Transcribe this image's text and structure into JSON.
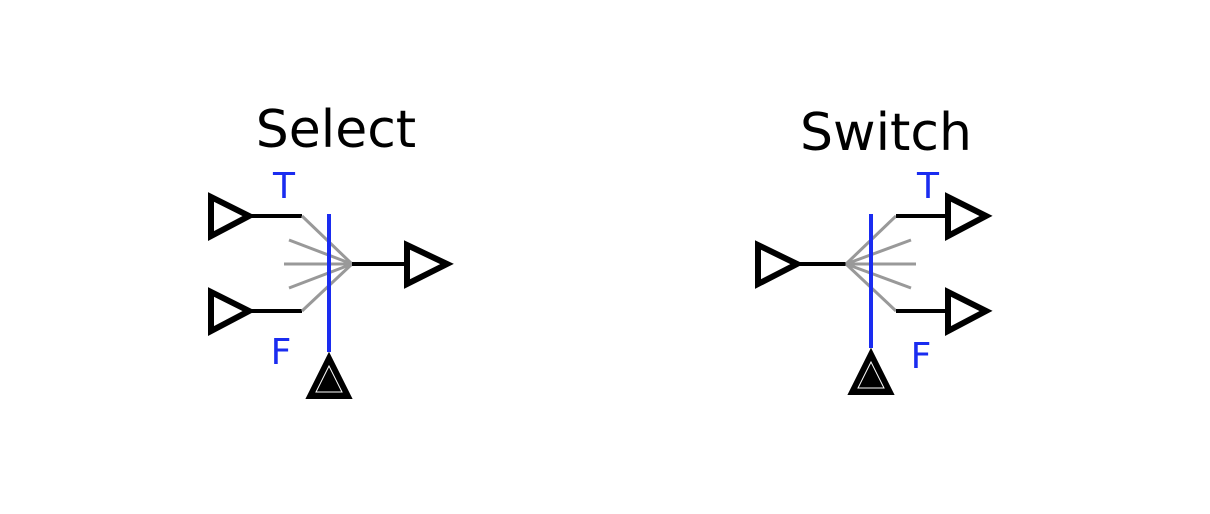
{
  "diagram": {
    "colors": {
      "wire": "#000000",
      "fan": "#999999",
      "control_line": "#1a2cf0",
      "port_label": "#1a2cf0",
      "background": "#ffffff"
    },
    "select": {
      "title": "Select",
      "true_label": "T",
      "false_label": "F",
      "icons": {
        "inputs": "hollow-triangle-icon",
        "output": "hollow-triangle-icon",
        "control": "filled-triangle-icon"
      }
    },
    "switch": {
      "title": "Switch",
      "true_label": "T",
      "false_label": "F",
      "icons": {
        "input": "hollow-triangle-icon",
        "outputs": "hollow-triangle-icon",
        "control": "filled-triangle-icon"
      }
    }
  }
}
